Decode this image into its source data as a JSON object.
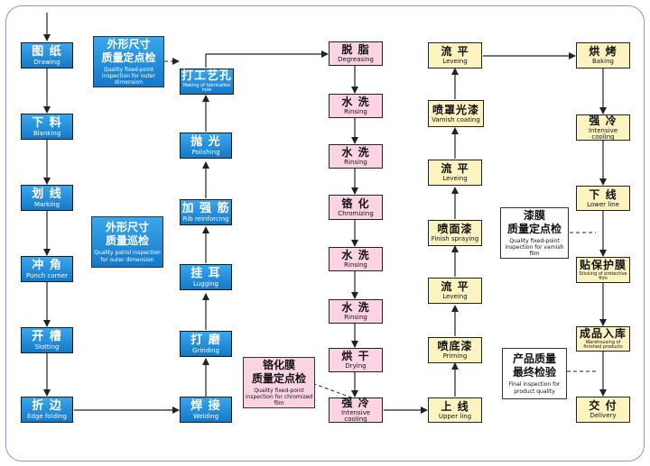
{
  "steps": {
    "drawing": {
      "cn": "图 纸",
      "en": "Drawing"
    },
    "blanking": {
      "cn": "下 料",
      "en": "Blanking"
    },
    "marking": {
      "cn": "划 线",
      "en": "Marking"
    },
    "punch": {
      "cn": "冲 角",
      "en": "Punch corner"
    },
    "slotting": {
      "cn": "开 槽",
      "en": "Slotting"
    },
    "edge": {
      "cn": "折 边",
      "en": "Edge folding"
    },
    "welding": {
      "cn": "焊 接",
      "en": "Welding"
    },
    "grinding": {
      "cn": "打 磨",
      "en": "Grinding"
    },
    "lugging": {
      "cn": "挂 耳",
      "en": "Lugging"
    },
    "rib": {
      "cn": "加 强 筋",
      "en": "Rib reinforcing"
    },
    "polishing": {
      "cn": "抛 光",
      "en": "Polishing"
    },
    "fabhole": {
      "cn": "打工艺孔",
      "en": "Making of fabrication hole"
    },
    "degreasing": {
      "cn": "脱 脂",
      "en": "Degreasing"
    },
    "rinsing1": {
      "cn": "水 洗",
      "en": "Rinsing"
    },
    "rinsing2": {
      "cn": "水 洗",
      "en": "Rinsing"
    },
    "chromizing": {
      "cn": "铬 化",
      "en": "Chromizing"
    },
    "rinsing3": {
      "cn": "水 洗",
      "en": "Rinsing"
    },
    "rinsing4": {
      "cn": "水 洗",
      "en": "Rinsing"
    },
    "drying": {
      "cn": "烘 干",
      "en": "Drying"
    },
    "cooling1": {
      "cn": "强 冷",
      "en": "Intensive cooling"
    },
    "upperling": {
      "cn": "上 线",
      "en": "Upper ling"
    },
    "priming": {
      "cn": "喷底漆",
      "en": "Priming"
    },
    "leveling1": {
      "cn": "流 平",
      "en": "Leveing"
    },
    "finish": {
      "cn": "喷面漆",
      "en": "Finish spraying"
    },
    "leveling2": {
      "cn": "流 平",
      "en": "Leveing"
    },
    "varnish": {
      "cn": "喷罩光漆",
      "en": "Vamish coating"
    },
    "leveling3": {
      "cn": "流 平",
      "en": "Leveing"
    },
    "baking": {
      "cn": "烘 烤",
      "en": "Baking"
    },
    "cooling2": {
      "cn": "强 冷",
      "en": "Intensive cooling"
    },
    "lowerline": {
      "cn": "下 线",
      "en": "Lower line"
    },
    "protective": {
      "cn": "贴保护膜",
      "en": "Sticking of protective film"
    },
    "warehouse": {
      "cn": "成品入库",
      "en": "Warehousing of finished products"
    },
    "delivery": {
      "cn": "交 付",
      "en": "Delivery"
    }
  },
  "inspections": {
    "outer_fixed": {
      "cn": "外形尺寸\n质量定点检",
      "en": "Quality fixed-point\ninspection for outer dimension"
    },
    "outer_patrol": {
      "cn": "外形尺寸\n质量巡检",
      "en": "Quality patrol inspection\nfor outer dimension"
    },
    "chromized": {
      "cn": "铬化膜\n质量定点检",
      "en": "Quality fixed-point\ninspection for chromized film"
    },
    "varnish_film": {
      "cn": "漆膜\n质量定点检",
      "en": "Quality fixed-point\ninspection for varnish film"
    },
    "final": {
      "cn": "产品质量\n最终检验",
      "en": "Final inspection for\nproduct quality"
    }
  },
  "colors": {
    "blue": "#1f8ad9",
    "pink": "#fbd3e2",
    "yellow": "#fdf3c1",
    "arrow": "#222222"
  }
}
